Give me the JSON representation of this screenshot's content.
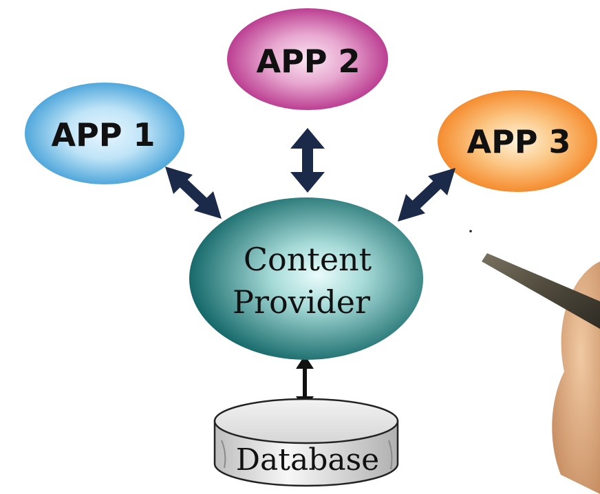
{
  "diagram": {
    "nodes": {
      "app1": {
        "label": "APP 1",
        "color": "#3a9bd6",
        "highlight": "#e8f6ff"
      },
      "app2": {
        "label": "APP 2",
        "color": "#b32a86",
        "highlight": "#fbe6f3"
      },
      "app3": {
        "label": "APP 3",
        "color": "#f4801e",
        "highlight": "#fff3dc"
      },
      "content_provider": {
        "label_line1": "Content",
        "label_line2": "Provider",
        "color": "#16696a",
        "highlight": "#e9fbfb"
      },
      "database": {
        "label": "Database",
        "color": "#d8d8d8"
      }
    },
    "arrow_color": "#1c2a4a",
    "edges": [
      {
        "from": "app1",
        "to": "content_provider",
        "direction": "both"
      },
      {
        "from": "app2",
        "to": "content_provider",
        "direction": "both"
      },
      {
        "from": "app3",
        "to": "content_provider",
        "direction": "both"
      },
      {
        "from": "content_provider",
        "to": "database",
        "direction": "both"
      }
    ]
  }
}
